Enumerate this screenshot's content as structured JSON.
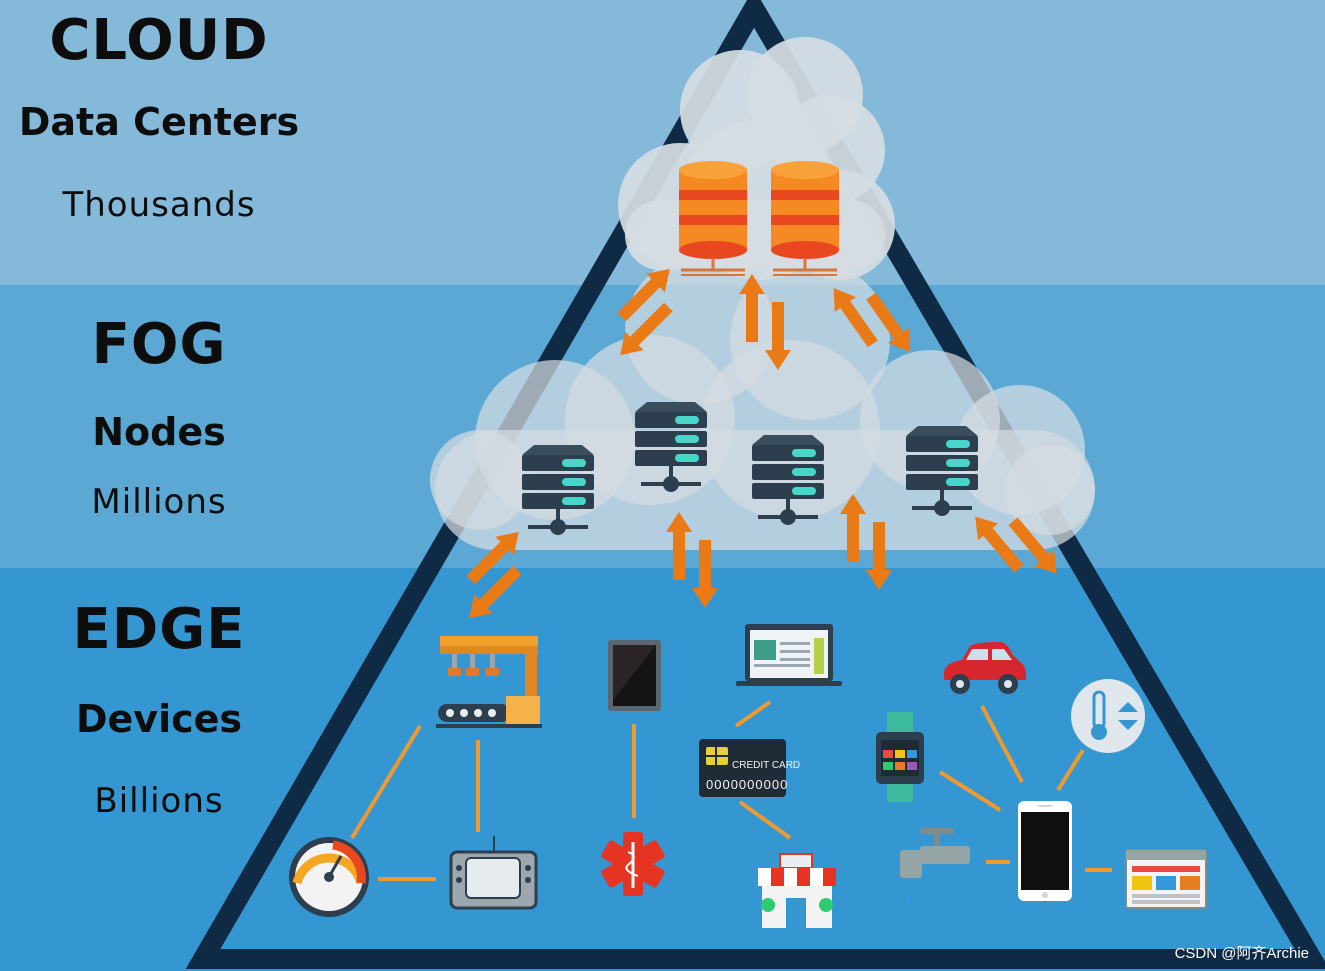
{
  "layers": {
    "cloud": {
      "title": "CLOUD",
      "subtitle": "Data Centers",
      "count": "Thousands"
    },
    "fog": {
      "title": "FOG",
      "subtitle": "Nodes",
      "count": "Millions"
    },
    "edge": {
      "title": "EDGE",
      "subtitle": "Devices",
      "count": "Billions"
    }
  },
  "credit_card": {
    "label": "CREDIT CARD",
    "number": "0000000000"
  },
  "watermark": "CSDN @阿齐Archie",
  "colors": {
    "cloud_band": "#85b9da",
    "fog_band": "#5ba8d4",
    "edge_band": "#3597d2",
    "pyramid_outline": "#0f2a45",
    "arrow": "#ea7a16",
    "connector": "#ef9a2e",
    "database": "#f58a22",
    "server": "#2d3e4e"
  },
  "icons": {
    "cloud_layer": [
      "database-icon",
      "database-icon"
    ],
    "fog_layer": [
      "server-icon",
      "server-icon",
      "server-icon",
      "server-icon"
    ],
    "edge_layer": [
      "factory-robot-icon",
      "tablet-icon",
      "laptop-icon",
      "car-icon",
      "thermostat-icon",
      "credit-card-icon",
      "smartwatch-icon",
      "gauge-icon",
      "tv-icon",
      "medical-star-icon",
      "store-icon",
      "faucet-icon",
      "smartphone-icon",
      "web-page-icon"
    ]
  }
}
